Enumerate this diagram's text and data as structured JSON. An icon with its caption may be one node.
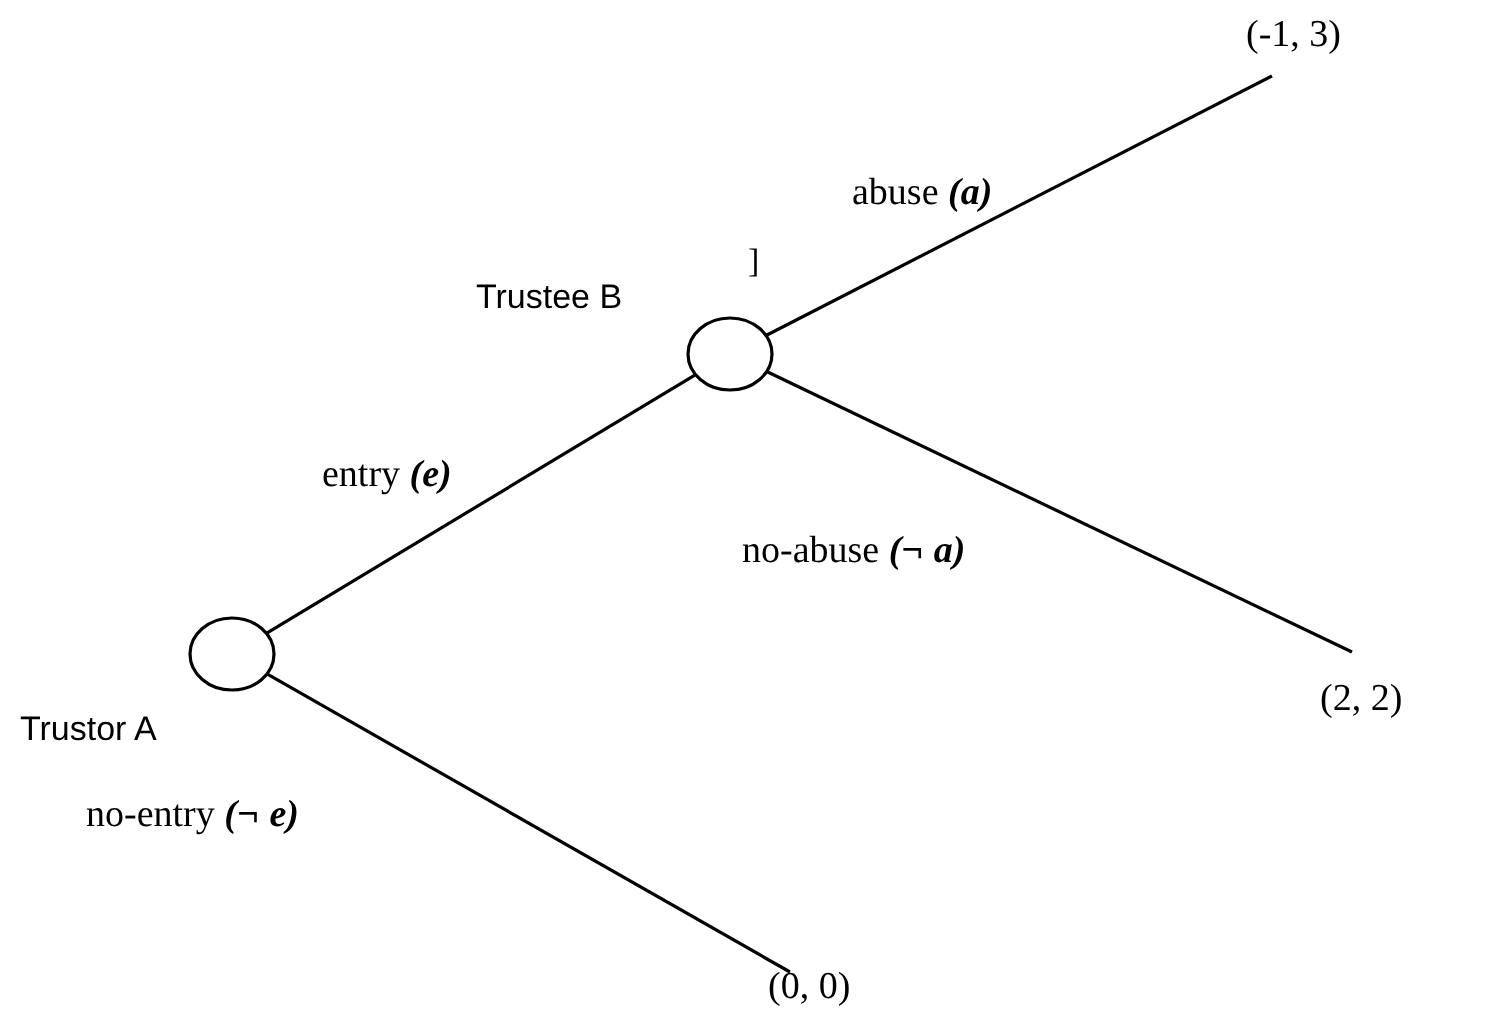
{
  "diagram": {
    "nodes": [
      {
        "text": [
          "Trustor A"
        ]
      },
      {
        "text": [
          "Trustee B"
        ]
      },
      {
        "text": [
          "(-1, 3)"
        ]
      },
      {
        "text": [
          "(2, 2)"
        ]
      },
      {
        "text": [
          "(0, 0)"
        ]
      }
    ],
    "edges": [
      {
        "from": 0,
        "to": 1,
        "arrow": "none",
        "label": "entry *(e)*"
      },
      {
        "from": 1,
        "to": 2,
        "arrow": "none",
        "label": "abuse *(a)*"
      },
      {
        "from": 1,
        "to": 3,
        "arrow": "none",
        "label": "no-abuse *(¬ a)*"
      },
      {
        "from": 0,
        "to": 4,
        "arrow": "none",
        "label": "no-entry *(¬ e)*"
      }
    ],
    "labels": [
      "]"
    ]
  }
}
